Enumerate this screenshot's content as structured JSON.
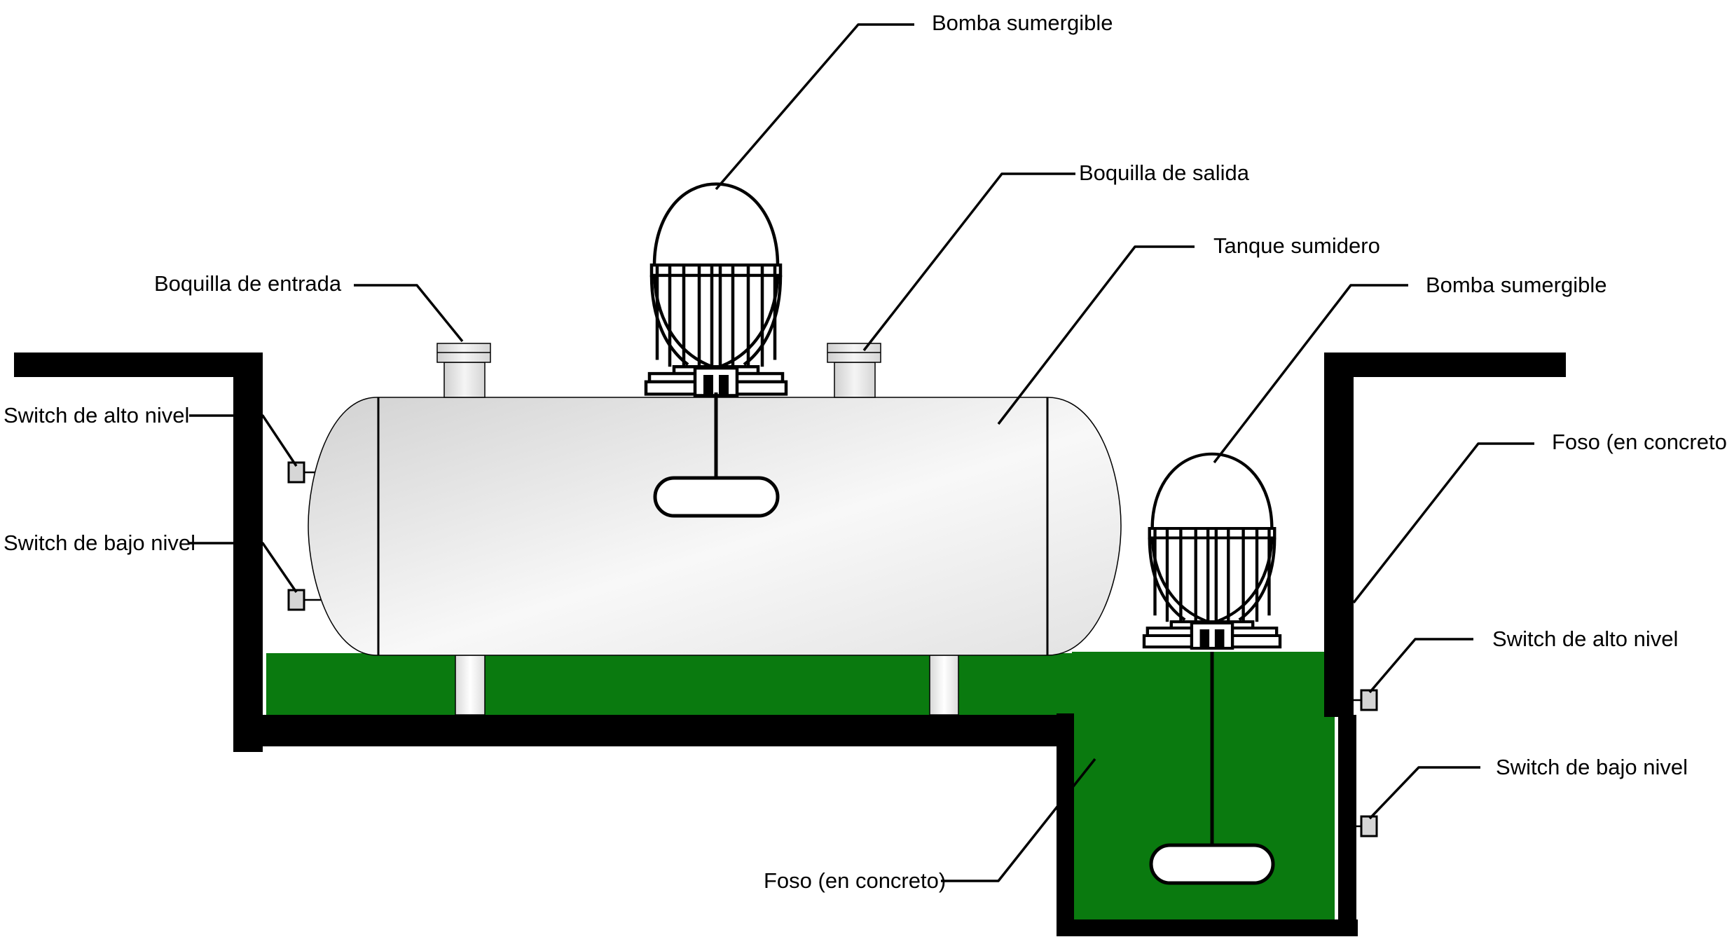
{
  "labels": {
    "bomba_sumergible_1": "Bomba sumergible",
    "boquilla_salida": "Boquilla de salida",
    "tanque_sumidero": "Tanque sumidero",
    "bomba_sumergible_2": "Bomba sumergible",
    "boquilla_entrada": "Boquilla de entrada",
    "switch_alto_nivel_1": "Switch de alto nivel",
    "switch_bajo_nivel_1": "Switch de bajo nivel",
    "foso_concreto_1": "Foso (en concreto)",
    "switch_alto_nivel_2": "Switch de alto nivel",
    "switch_bajo_nivel_2": "Switch de bajo nivel",
    "foso_concreto_2": "Foso (en concreto)"
  },
  "colors": {
    "water": "#0a7a0f",
    "wall": "#000000",
    "tank_light": "#f7f7f7",
    "tank_dark": "#d4d4d4",
    "switch_fill": "#d6d6d6"
  }
}
